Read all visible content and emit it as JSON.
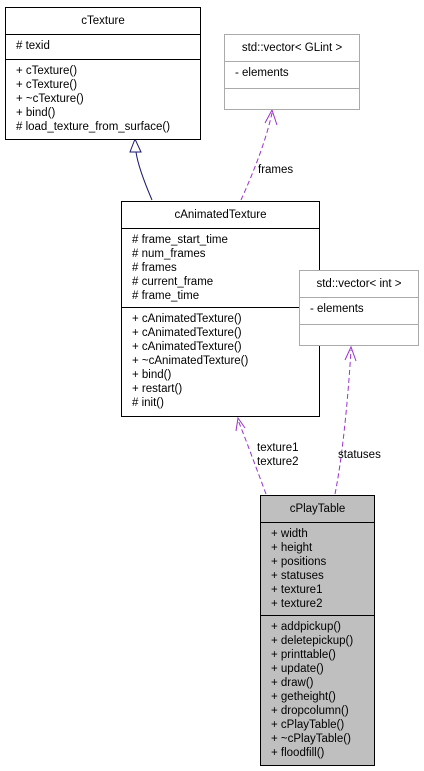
{
  "classes": {
    "cTexture": {
      "name": "cTexture",
      "attributes": [
        "# texid"
      ],
      "methods": [
        "+ cTexture()",
        "+ cTexture()",
        "+ ~cTexture()",
        "+ bind()",
        "# load_texture_from_surface()"
      ]
    },
    "vectorGLint": {
      "name": "std::vector< GLint >",
      "attributes": [
        "- elements"
      ],
      "methods": []
    },
    "cAnimatedTexture": {
      "name": "cAnimatedTexture",
      "attributes": [
        "# frame_start_time",
        "# num_frames",
        "# frames",
        "# current_frame",
        "# frame_time"
      ],
      "methods": [
        "+ cAnimatedTexture()",
        "+ cAnimatedTexture()",
        "+ cAnimatedTexture()",
        "+ ~cAnimatedTexture()",
        "+ bind()",
        "+ restart()",
        "# init()"
      ]
    },
    "vectorInt": {
      "name": "std::vector< int >",
      "attributes": [
        "- elements"
      ],
      "methods": []
    },
    "cPlayTable": {
      "name": "cPlayTable",
      "attributes": [
        "+ width",
        "+ height",
        "+ positions",
        "+ statuses",
        "+ texture1",
        "+ texture2"
      ],
      "methods": [
        "+ addpickup()",
        "+ deletepickup()",
        "+ printtable()",
        "+ update()",
        "+ draw()",
        "+ getheight()",
        "+ dropcolumn()",
        "+ cPlayTable()",
        "+ ~cPlayTable()",
        "+ floodfill()"
      ]
    }
  },
  "edges": {
    "frames_label": "frames",
    "texture_labels": [
      "texture1",
      "texture2"
    ],
    "statuses_label": "statuses"
  },
  "colors": {
    "inheritance": "#191970",
    "usage": "#9a32cd",
    "template_border": "#aaaaaa",
    "selected_fill": "#bfbfbf"
  }
}
